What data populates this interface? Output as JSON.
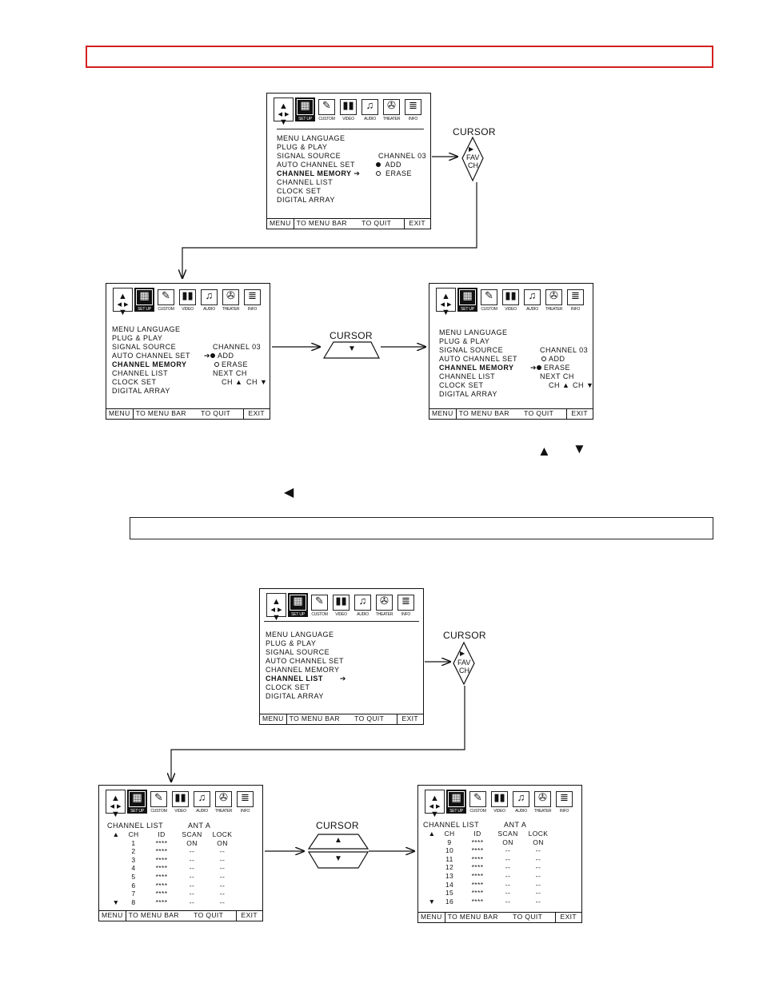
{
  "menu": {
    "icons": [
      {
        "name": "setup",
        "caption": "SET UP"
      },
      {
        "name": "custom",
        "caption": "CUSTOM"
      },
      {
        "name": "video",
        "caption": "VIDEO"
      },
      {
        "name": "audio",
        "caption": "AUDIO"
      },
      {
        "name": "theater",
        "caption": "THEATER"
      },
      {
        "name": "info",
        "caption": "INFO"
      }
    ],
    "items": [
      "MENU LANGUAGE",
      "PLUG & PLAY",
      "SIGNAL SOURCE",
      "AUTO CHANNEL SET",
      "CHANNEL MEMORY",
      "CHANNEL LIST",
      "CLOCK SET",
      "DIGITAL ARRAY"
    ],
    "channel_source": "CHANNEL 03",
    "option_add": "ADD",
    "option_erase": "ERASE",
    "next_ch": "NEXT CH",
    "ch_up": "CH ▲",
    "ch_down": "CH ▼"
  },
  "footer": {
    "menu": "MENU",
    "to_menu_bar": "TO MENU BAR",
    "to_quit": "TO QUIT",
    "exit": "EXIT"
  },
  "cursor": {
    "label": "CURSOR",
    "fav": "FAV",
    "ch": "CH"
  },
  "channel_list": {
    "title": "CHANNEL LIST",
    "antenna": "ANT A",
    "headers": {
      "ch": "CH",
      "id": "ID",
      "scan": "SCAN",
      "lock": "LOCK"
    },
    "page1": [
      {
        "ch": "1",
        "id": "****",
        "scan": "ON",
        "lock": "ON"
      },
      {
        "ch": "2",
        "id": "****",
        "scan": "--",
        "lock": "--"
      },
      {
        "ch": "3",
        "id": "****",
        "scan": "--",
        "lock": "--"
      },
      {
        "ch": "4",
        "id": "****",
        "scan": "--",
        "lock": "--"
      },
      {
        "ch": "5",
        "id": "****",
        "scan": "--",
        "lock": "--"
      },
      {
        "ch": "6",
        "id": "****",
        "scan": "--",
        "lock": "--"
      },
      {
        "ch": "7",
        "id": "****",
        "scan": "--",
        "lock": "--"
      },
      {
        "ch": "8",
        "id": "****",
        "scan": "--",
        "lock": "--"
      }
    ],
    "page2": [
      {
        "ch": "9",
        "id": "****",
        "scan": "ON",
        "lock": "ON"
      },
      {
        "ch": "10",
        "id": "****",
        "scan": "--",
        "lock": "--"
      },
      {
        "ch": "11",
        "id": "****",
        "scan": "--",
        "lock": "--"
      },
      {
        "ch": "12",
        "id": "****",
        "scan": "--",
        "lock": "--"
      },
      {
        "ch": "13",
        "id": "****",
        "scan": "--",
        "lock": "--"
      },
      {
        "ch": "14",
        "id": "****",
        "scan": "--",
        "lock": "--"
      },
      {
        "ch": "15",
        "id": "****",
        "scan": "--",
        "lock": "--"
      },
      {
        "ch": "16",
        "id": "****",
        "scan": "--",
        "lock": "--"
      }
    ]
  },
  "colors": {
    "header_border": "#d42020",
    "ink": "#111111"
  }
}
